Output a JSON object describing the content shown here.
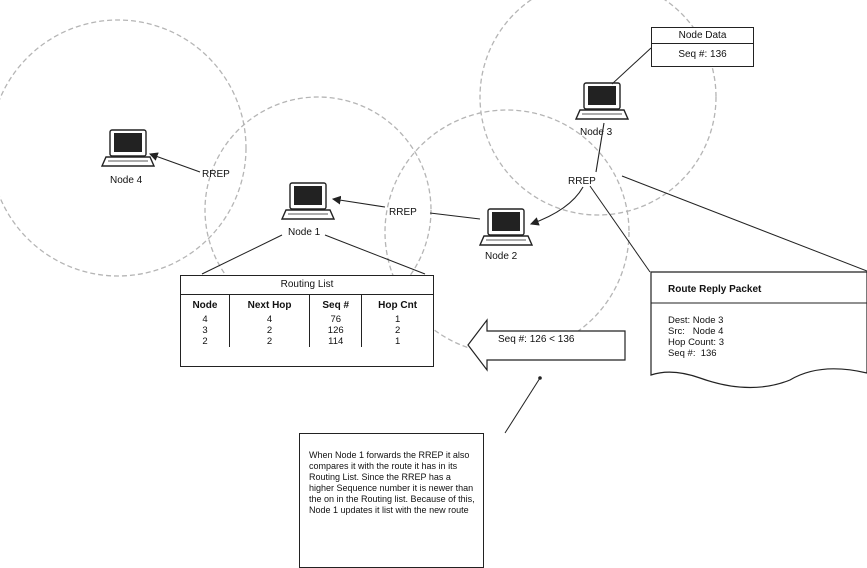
{
  "nodes": [
    {
      "label": "Node 4"
    },
    {
      "label": "Node 1"
    },
    {
      "label": "Node 2"
    },
    {
      "label": "Node 3"
    }
  ],
  "edges": [
    {
      "from": "Node 1",
      "to": "Node 4",
      "label": "RREP"
    },
    {
      "from": "Node 2",
      "to": "Node 1",
      "label": "RREP"
    },
    {
      "from": "Node 3",
      "to": "Node 2",
      "label": "RREP"
    }
  ],
  "node_data": {
    "title": "Node Data",
    "seq": "Seq #: 136"
  },
  "routing_list": {
    "title": "Routing List",
    "headers": [
      "Node",
      "Next Hop",
      "Seq #",
      "Hop Cnt"
    ],
    "rows": [
      [
        "4",
        "4",
        "76",
        "1"
      ],
      [
        "3",
        "2",
        "126",
        "2"
      ],
      [
        "2",
        "2",
        "114",
        "1"
      ]
    ]
  },
  "seq_compare": "Seq #:  126 < 136",
  "route_reply_packet": {
    "title": "Route Reply Packet",
    "fields": [
      "Dest: Node 3",
      "Src:   Node 4",
      "Hop Count: 3",
      "Seq #:  136"
    ]
  },
  "explanation": "When Node 1 forwards the RREP it also compares it with the route it has in its Routing List. Since the RREP has a higher Sequence number it is newer than the on in the Routing list. Because of this, Node 1 updates it list with the new route",
  "colors": {
    "range_circle": "#b5b5b5",
    "line": "#222222",
    "screen": "#222222"
  }
}
